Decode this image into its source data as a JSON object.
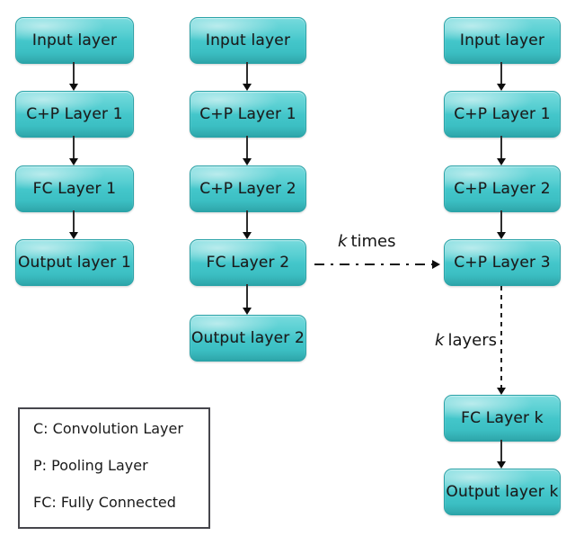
{
  "diagram": {
    "title": "cnn-architecture-evolution-diagram",
    "columns": [
      {
        "boxes": [
          "Input layer",
          "C+P Layer 1",
          "FC Layer 1",
          "Output layer 1"
        ]
      },
      {
        "boxes": [
          "Input layer",
          "C+P Layer 1",
          "C+P Layer 2",
          "FC Layer 2",
          "Output layer 2"
        ]
      },
      {
        "boxes": [
          "Input layer",
          "C+P Layer 1",
          "C+P Layer 2",
          "C+P Layer 3",
          "FC Layer k",
          "Output layer k"
        ]
      }
    ],
    "k_times": {
      "k": "k",
      "rest": "times"
    },
    "k_layers": {
      "k": "k",
      "rest": "layers"
    },
    "legend": {
      "items": [
        "C: Convolution Layer",
        "P: Pooling Layer",
        "FC: Fully Connected"
      ]
    },
    "colors": {
      "box_fill": "#41c6ca",
      "box_highlight": "#a9e9eb",
      "box_border": "#2aa3a8",
      "arrow": "#1a1a1a",
      "legend_border": "#46464c",
      "text": "#1c1c1c",
      "background": "#ffffff"
    }
  }
}
